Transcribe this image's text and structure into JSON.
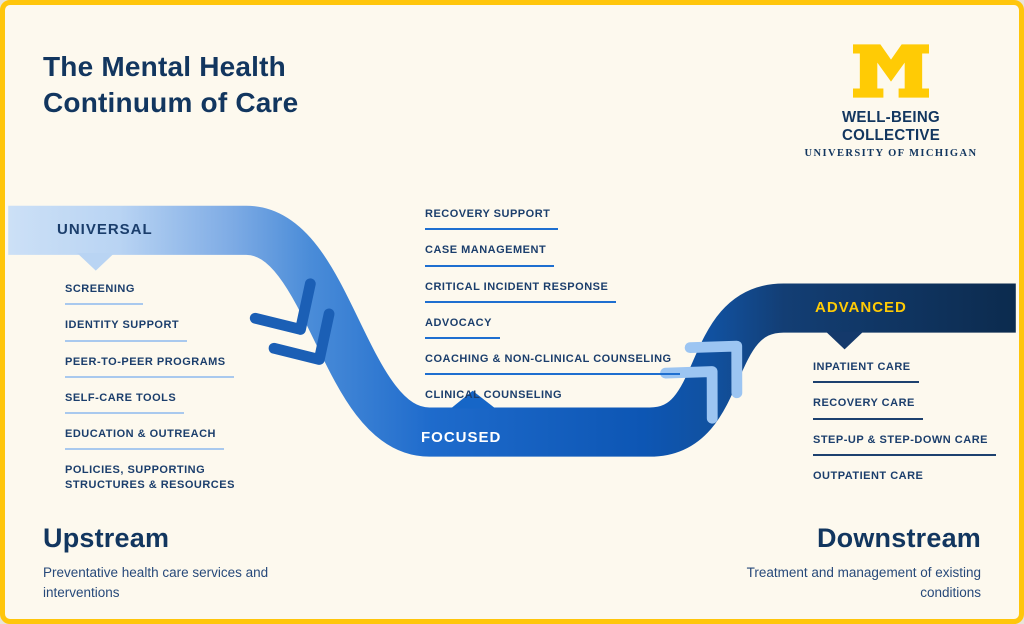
{
  "header": {
    "title_line1": "The Mental Health",
    "title_line2": "Continuum of Care"
  },
  "logo": {
    "mark": "block-m",
    "org": "WELL-BEING COLLECTIVE",
    "institution": "UNIVERSITY OF MICHIGAN"
  },
  "stages": {
    "universal": {
      "label": "UNIVERSAL",
      "items": [
        "SCREENING",
        "IDENTITY SUPPORT",
        "PEER-TO-PEER PROGRAMS",
        "SELF-CARE TOOLS",
        "EDUCATION & OUTREACH",
        "POLICIES, SUPPORTING STRUCTURES & RESOURCES"
      ]
    },
    "focused": {
      "label": "FOCUSED",
      "items": [
        "RECOVERY SUPPORT",
        "CASE MANAGEMENT",
        "CRITICAL INCIDENT RESPONSE",
        "ADVOCACY",
        "COACHING & NON-CLINICAL COUNSELING",
        "CLINICAL COUNSELING"
      ]
    },
    "advanced": {
      "label": "ADVANCED",
      "items": [
        "INPATIENT CARE",
        "RECOVERY CARE",
        "STEP-UP & STEP-DOWN CARE",
        "OUTPATIENT CARE"
      ]
    }
  },
  "footer": {
    "upstream": {
      "title": "Upstream",
      "description": "Preventative health care services and interventions"
    },
    "downstream": {
      "title": "Downstream",
      "description": "Treatment and management of existing conditions"
    }
  },
  "colors": {
    "background": "#FDF9EE",
    "frame_yellow": "#FFC60B",
    "maize": "#FFCB05",
    "navy_text": "#12365F",
    "ribbon_light": "#CCE0F6",
    "ribbon_mid_blue": "#1666C7",
    "ribbon_dark_navy": "#0C2B4E",
    "chevron_dark": "#1B5FB5",
    "chevron_light": "#9CC5F2",
    "underline_universal": "#A9C9EE",
    "underline_focused": "#1E6FD0",
    "underline_advanced": "#1D416F"
  }
}
